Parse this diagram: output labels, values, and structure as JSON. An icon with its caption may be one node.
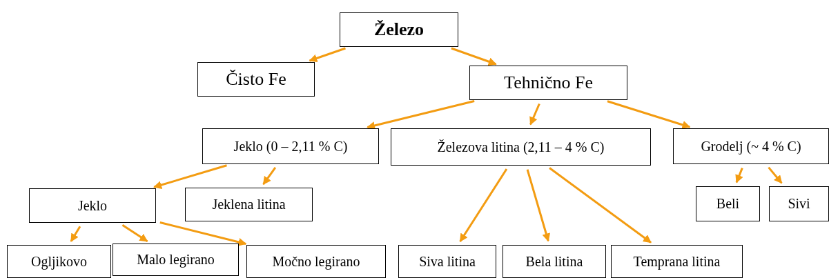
{
  "diagram": {
    "nodes": [
      {
        "text": [
          "Železo"
        ]
      },
      {
        "text": [
          "Čisto Fe"
        ]
      },
      {
        "text": [
          "Tehnično Fe"
        ]
      },
      {
        "text": [
          "Jeklo (0 – 2,11 % C)"
        ]
      },
      {
        "text": [
          "Železova litina (2,11 – 4 % C)"
        ]
      },
      {
        "text": [
          "Grodelj (~ 4 % C)"
        ]
      },
      {
        "text": [
          "Jeklo"
        ]
      },
      {
        "text": [
          "Jeklena litina"
        ]
      },
      {
        "text": [
          "Beli"
        ]
      },
      {
        "text": [
          "Sivi"
        ]
      },
      {
        "text": [
          "Ogljikovo"
        ]
      },
      {
        "text": [
          "Malo legirano"
        ]
      },
      {
        "text": [
          "Močno legirano"
        ]
      },
      {
        "text": [
          "Siva litina"
        ]
      },
      {
        "text": [
          "Bela litina"
        ]
      },
      {
        "text": [
          "Temprana litina"
        ]
      }
    ],
    "edges": [
      {
        "from": 0,
        "to": 1,
        "arrow": "to"
      },
      {
        "from": 0,
        "to": 2,
        "arrow": "to"
      },
      {
        "from": 2,
        "to": 3,
        "arrow": "to"
      },
      {
        "from": 2,
        "to": 4,
        "arrow": "to"
      },
      {
        "from": 2,
        "to": 5,
        "arrow": "to"
      },
      {
        "from": 3,
        "to": 6,
        "arrow": "to"
      },
      {
        "from": 3,
        "to": 7,
        "arrow": "to"
      },
      {
        "from": 5,
        "to": 8,
        "arrow": "to"
      },
      {
        "from": 5,
        "to": 9,
        "arrow": "to"
      },
      {
        "from": 6,
        "to": 10,
        "arrow": "to"
      },
      {
        "from": 6,
        "to": 11,
        "arrow": "to"
      },
      {
        "from": 6,
        "to": 12,
        "arrow": "to"
      },
      {
        "from": 4,
        "to": 13,
        "arrow": "to"
      },
      {
        "from": 4,
        "to": 14,
        "arrow": "to"
      },
      {
        "from": 4,
        "to": 15,
        "arrow": "to"
      }
    ]
  }
}
